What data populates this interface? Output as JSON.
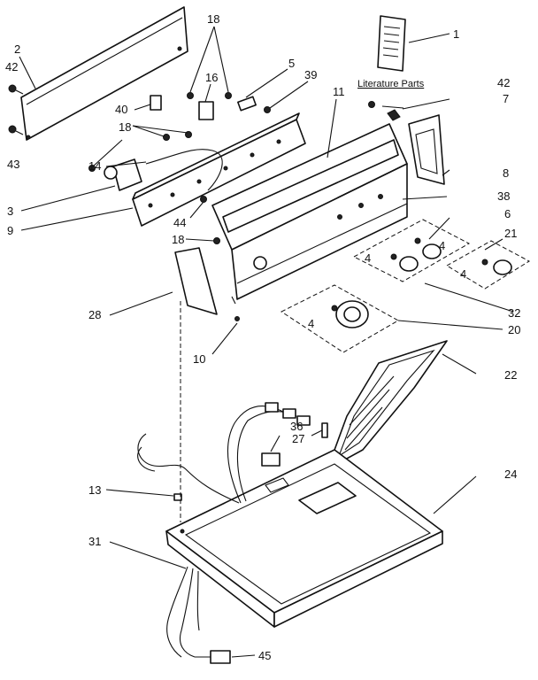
{
  "callouts": {
    "c1": "1",
    "c2": "2",
    "c3": "3",
    "c4a": "4",
    "c4b": "4",
    "c4c": "4",
    "c4d": "4",
    "c5": "5",
    "c6": "6",
    "c7": "7",
    "c8": "8",
    "c9": "9",
    "c10": "10",
    "c11": "11",
    "c13": "13",
    "c14": "14",
    "c16": "16",
    "c18a": "18",
    "c18b": "18",
    "c18c": "18",
    "c20": "20",
    "c21": "21",
    "c22": "22",
    "c24": "24",
    "c27": "27",
    "c28": "28",
    "c31": "31",
    "c32": "32",
    "c36": "36",
    "c38": "38",
    "c39": "39",
    "c40": "40",
    "c42a": "42",
    "c42b": "42",
    "c43": "43",
    "c44": "44",
    "c45": "45"
  },
  "literature_label": "Literature Parts"
}
